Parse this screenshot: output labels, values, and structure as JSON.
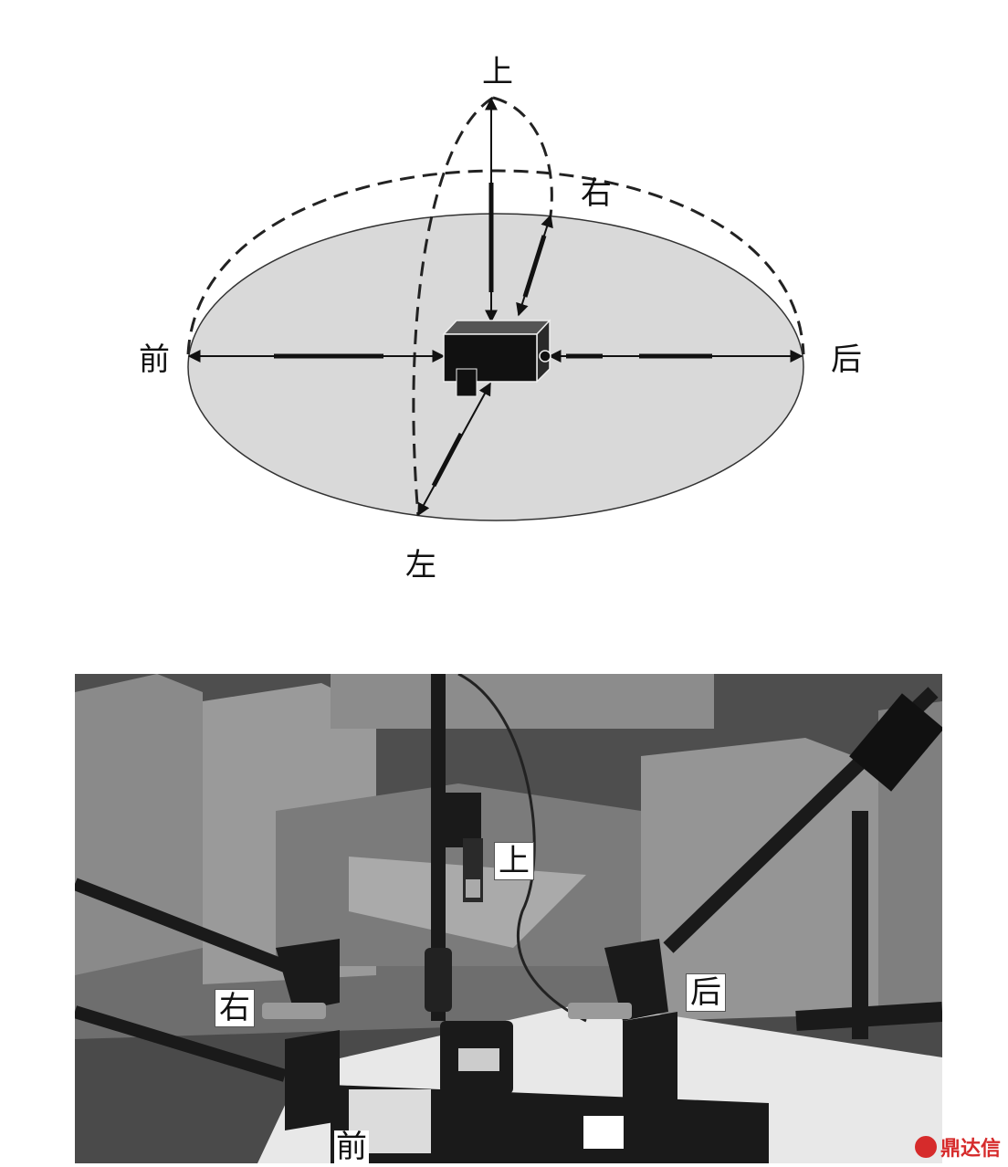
{
  "diagram": {
    "labels": {
      "top": "上",
      "right": "右",
      "front": "前",
      "back": "后",
      "left": "左"
    }
  },
  "photo": {
    "labels": {
      "top": "上",
      "right": "右",
      "back": "后",
      "front": "前"
    }
  },
  "watermark": {
    "text": "鼎达信"
  },
  "colors": {
    "disc": "#d9d9d9",
    "ink": "#111111",
    "photo_dark": "#1a1a1a"
  }
}
